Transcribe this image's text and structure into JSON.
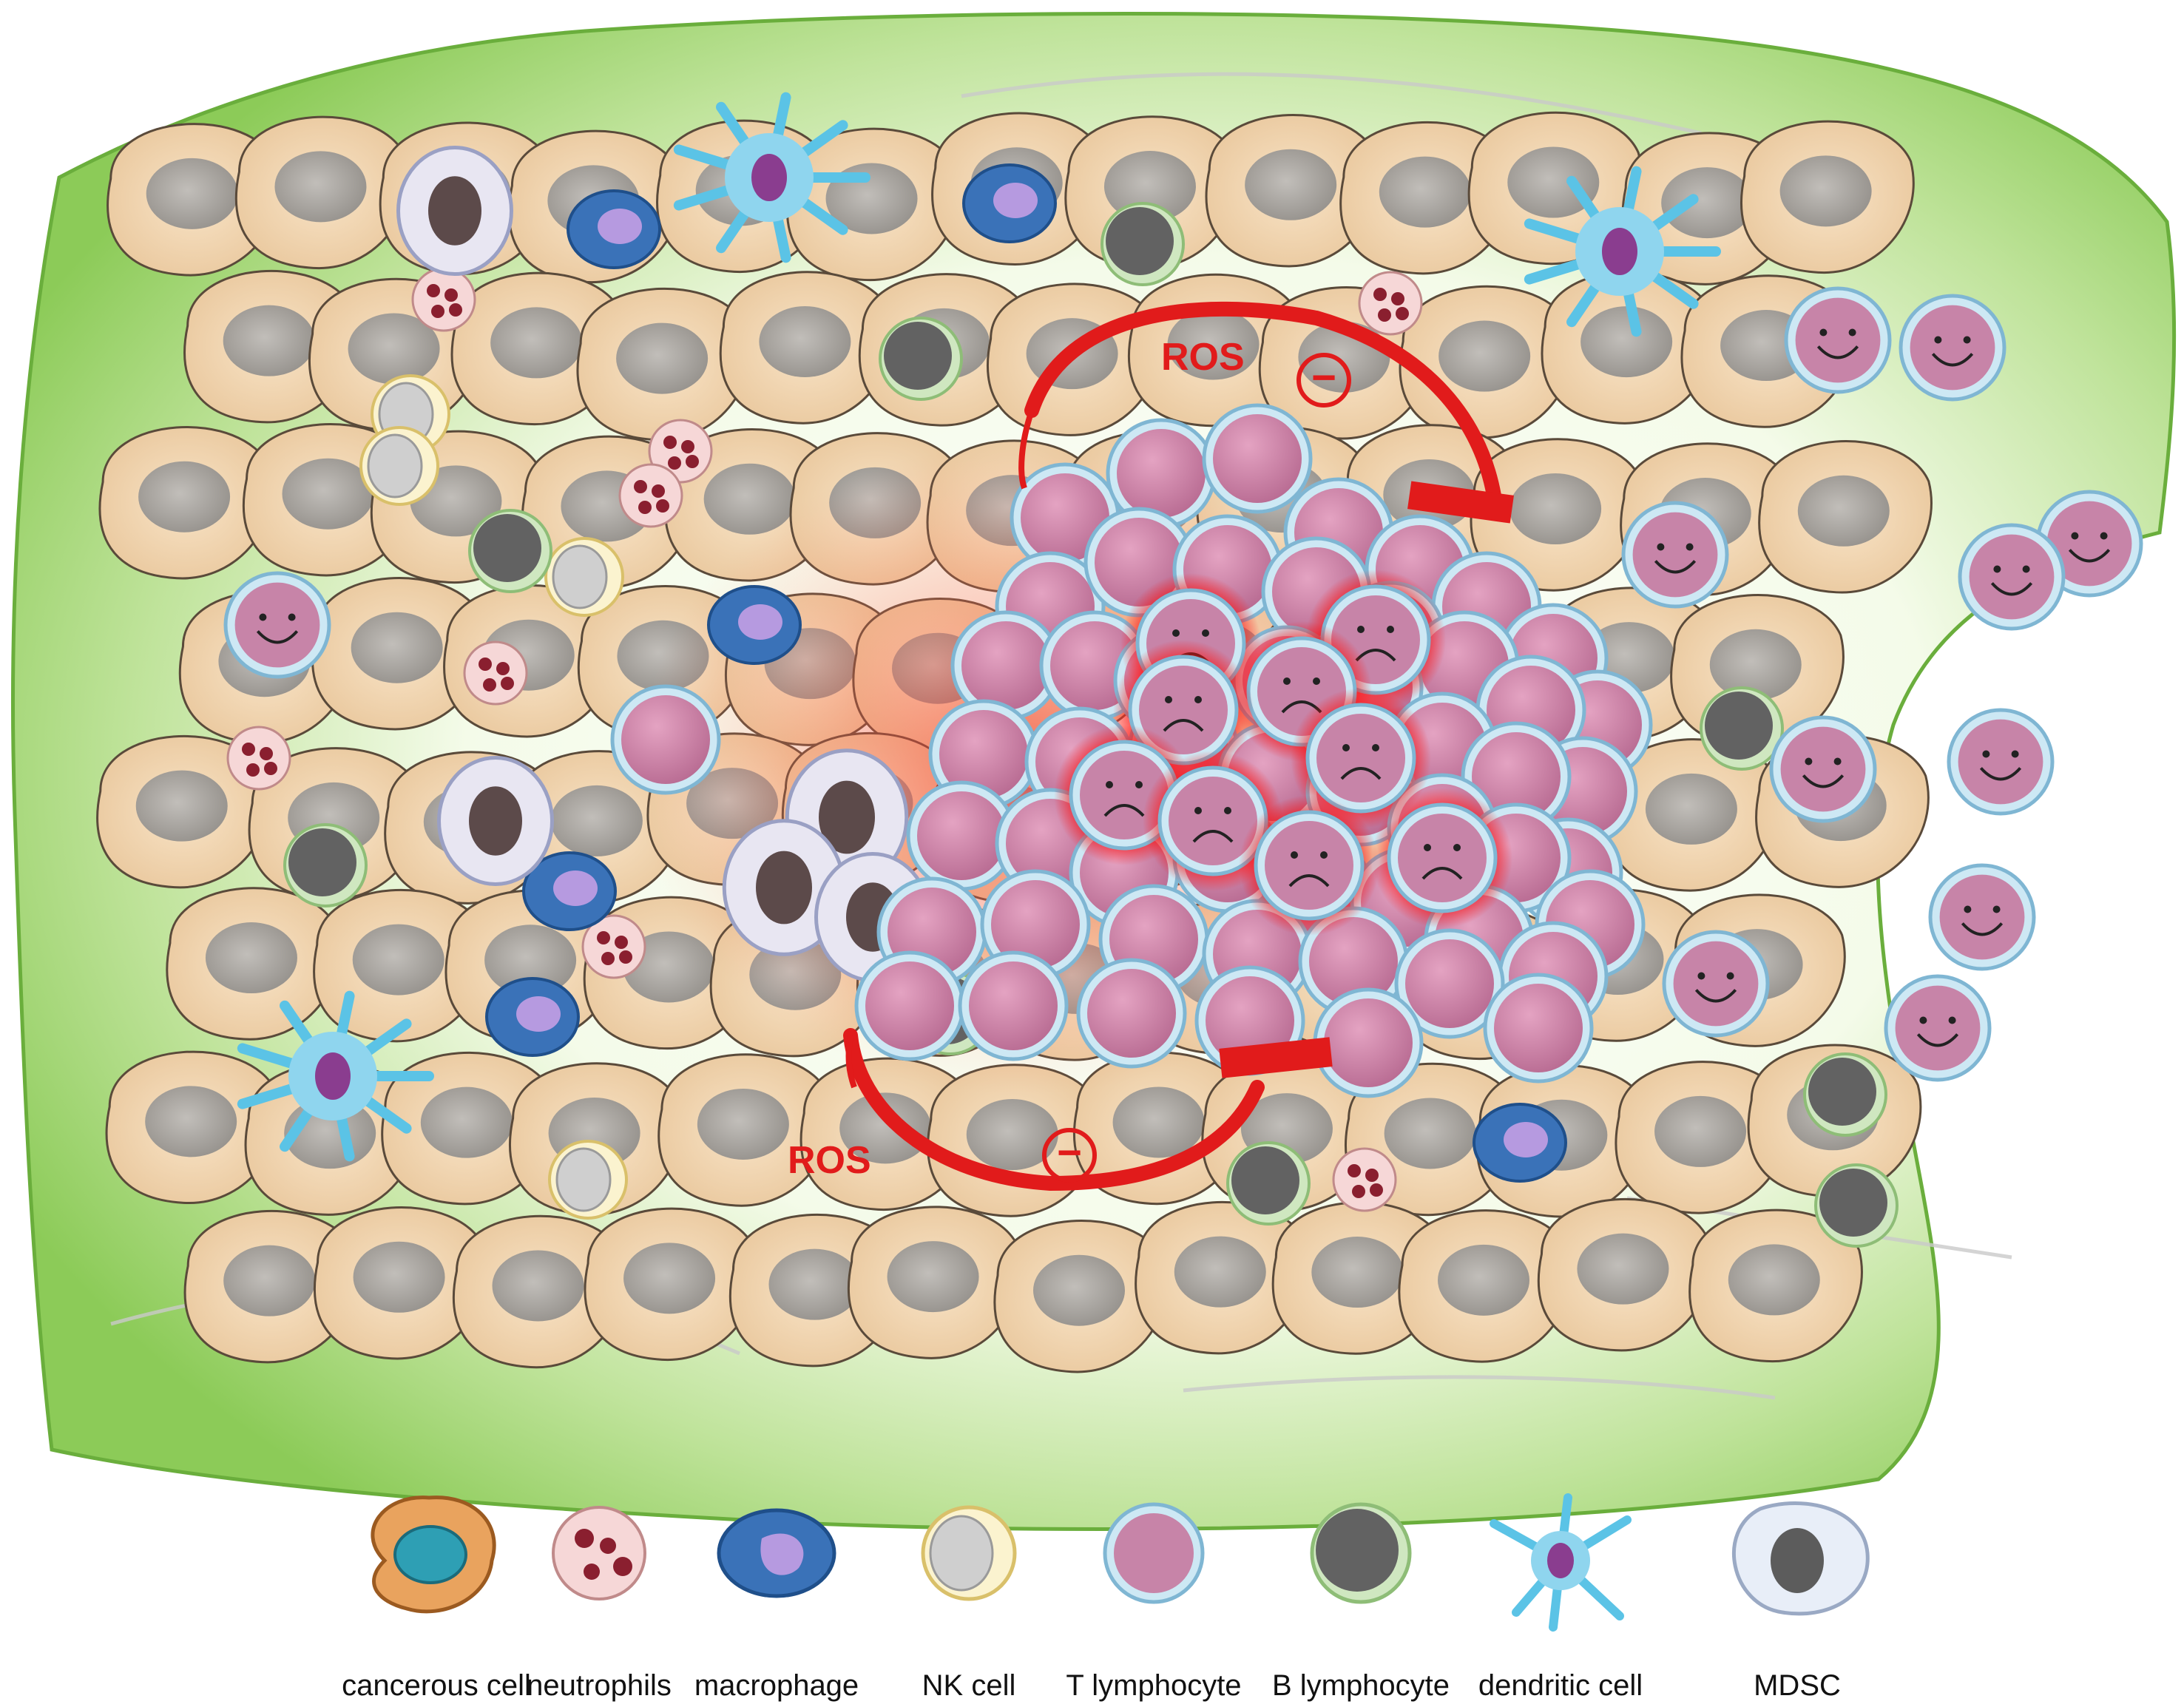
{
  "diagram": {
    "ros_top": "ROS",
    "ros_bottom": "ROS",
    "inhibit_top": "−",
    "inhibit_bottom": "−"
  },
  "legend": {
    "items": [
      {
        "icon": "cancerous-cell-icon",
        "label": "cancerous cell"
      },
      {
        "icon": "neutrophil-icon",
        "label": "neutrophils"
      },
      {
        "icon": "macrophage-icon",
        "label": "macrophage"
      },
      {
        "icon": "nk-cell-icon",
        "label": "NK cell"
      },
      {
        "icon": "t-lymphocyte-icon",
        "label": "T lymphocyte"
      },
      {
        "icon": "b-lymphocyte-icon",
        "label": "B lymphocyte"
      },
      {
        "icon": "dendritic-cell-icon",
        "label": "dendritic cell"
      },
      {
        "icon": "mdsc-icon",
        "label": "MDSC"
      }
    ]
  },
  "colors": {
    "stroma": "#7cc24b",
    "tumor_cell": "#f2d6b0",
    "t_lymphocyte": "#cf7fa8",
    "ros_red": "#e11b1b",
    "dendritic": "#5bc3e6",
    "macrophage": "#3a72b8"
  }
}
